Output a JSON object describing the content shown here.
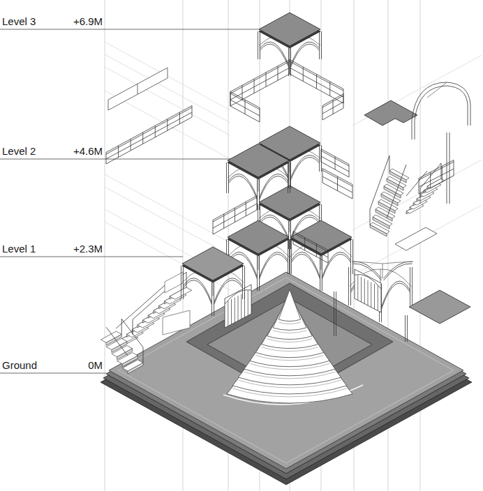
{
  "diagram": {
    "labels": [
      "Level 3",
      "+6.9M",
      "Level 2",
      "+4.6M",
      "Level 1",
      "+2.3M",
      "Ground",
      "0M"
    ]
  }
}
